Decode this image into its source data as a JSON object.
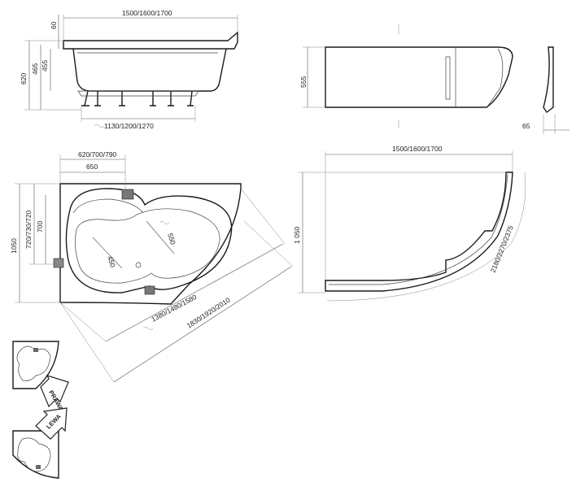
{
  "labels": {
    "top_width": "1500/1600/1700",
    "rim_height": "60",
    "height_total": "620",
    "height_465": "465",
    "height_455": "455",
    "leg_span": "1130/1200/1270",
    "panel_height": "555",
    "panel_depth": "65",
    "right_width": "1500/1600/1700",
    "right_height": "1 050",
    "right_arc": "2180/2270/2375",
    "plan_top_width": "620/700/790",
    "plan_650": "650",
    "plan_side_720": "720/730/720",
    "plan_700": "700",
    "plan_height_1050": "1050",
    "plan_450": "450",
    "plan_550": "550",
    "plan_inner_diag": "1380/1480/1580",
    "plan_outer_diag": "1830/1920/2010",
    "arrow_right": "PRAWA",
    "arrow_left": "LEWA"
  }
}
